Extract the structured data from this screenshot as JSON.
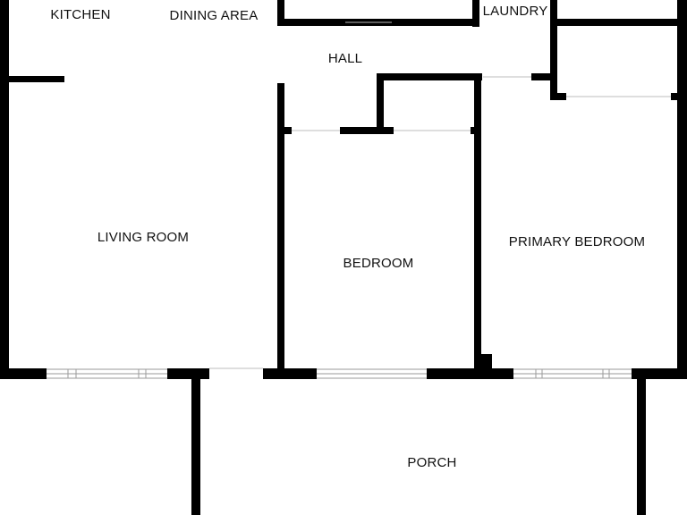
{
  "floorplan": {
    "rooms": {
      "kitchen": "KITCHEN",
      "dining_area": "DINING AREA",
      "laundry": "LAUNDRY",
      "hall": "HALL",
      "living_room": "LIVING ROOM",
      "bedroom": "BEDROOM",
      "primary_bedroom": "PRIMARY BEDROOM",
      "porch": "PORCH"
    },
    "colors": {
      "wall": "#000000",
      "background": "#ffffff",
      "window_frame": "#9a9a9a"
    }
  }
}
